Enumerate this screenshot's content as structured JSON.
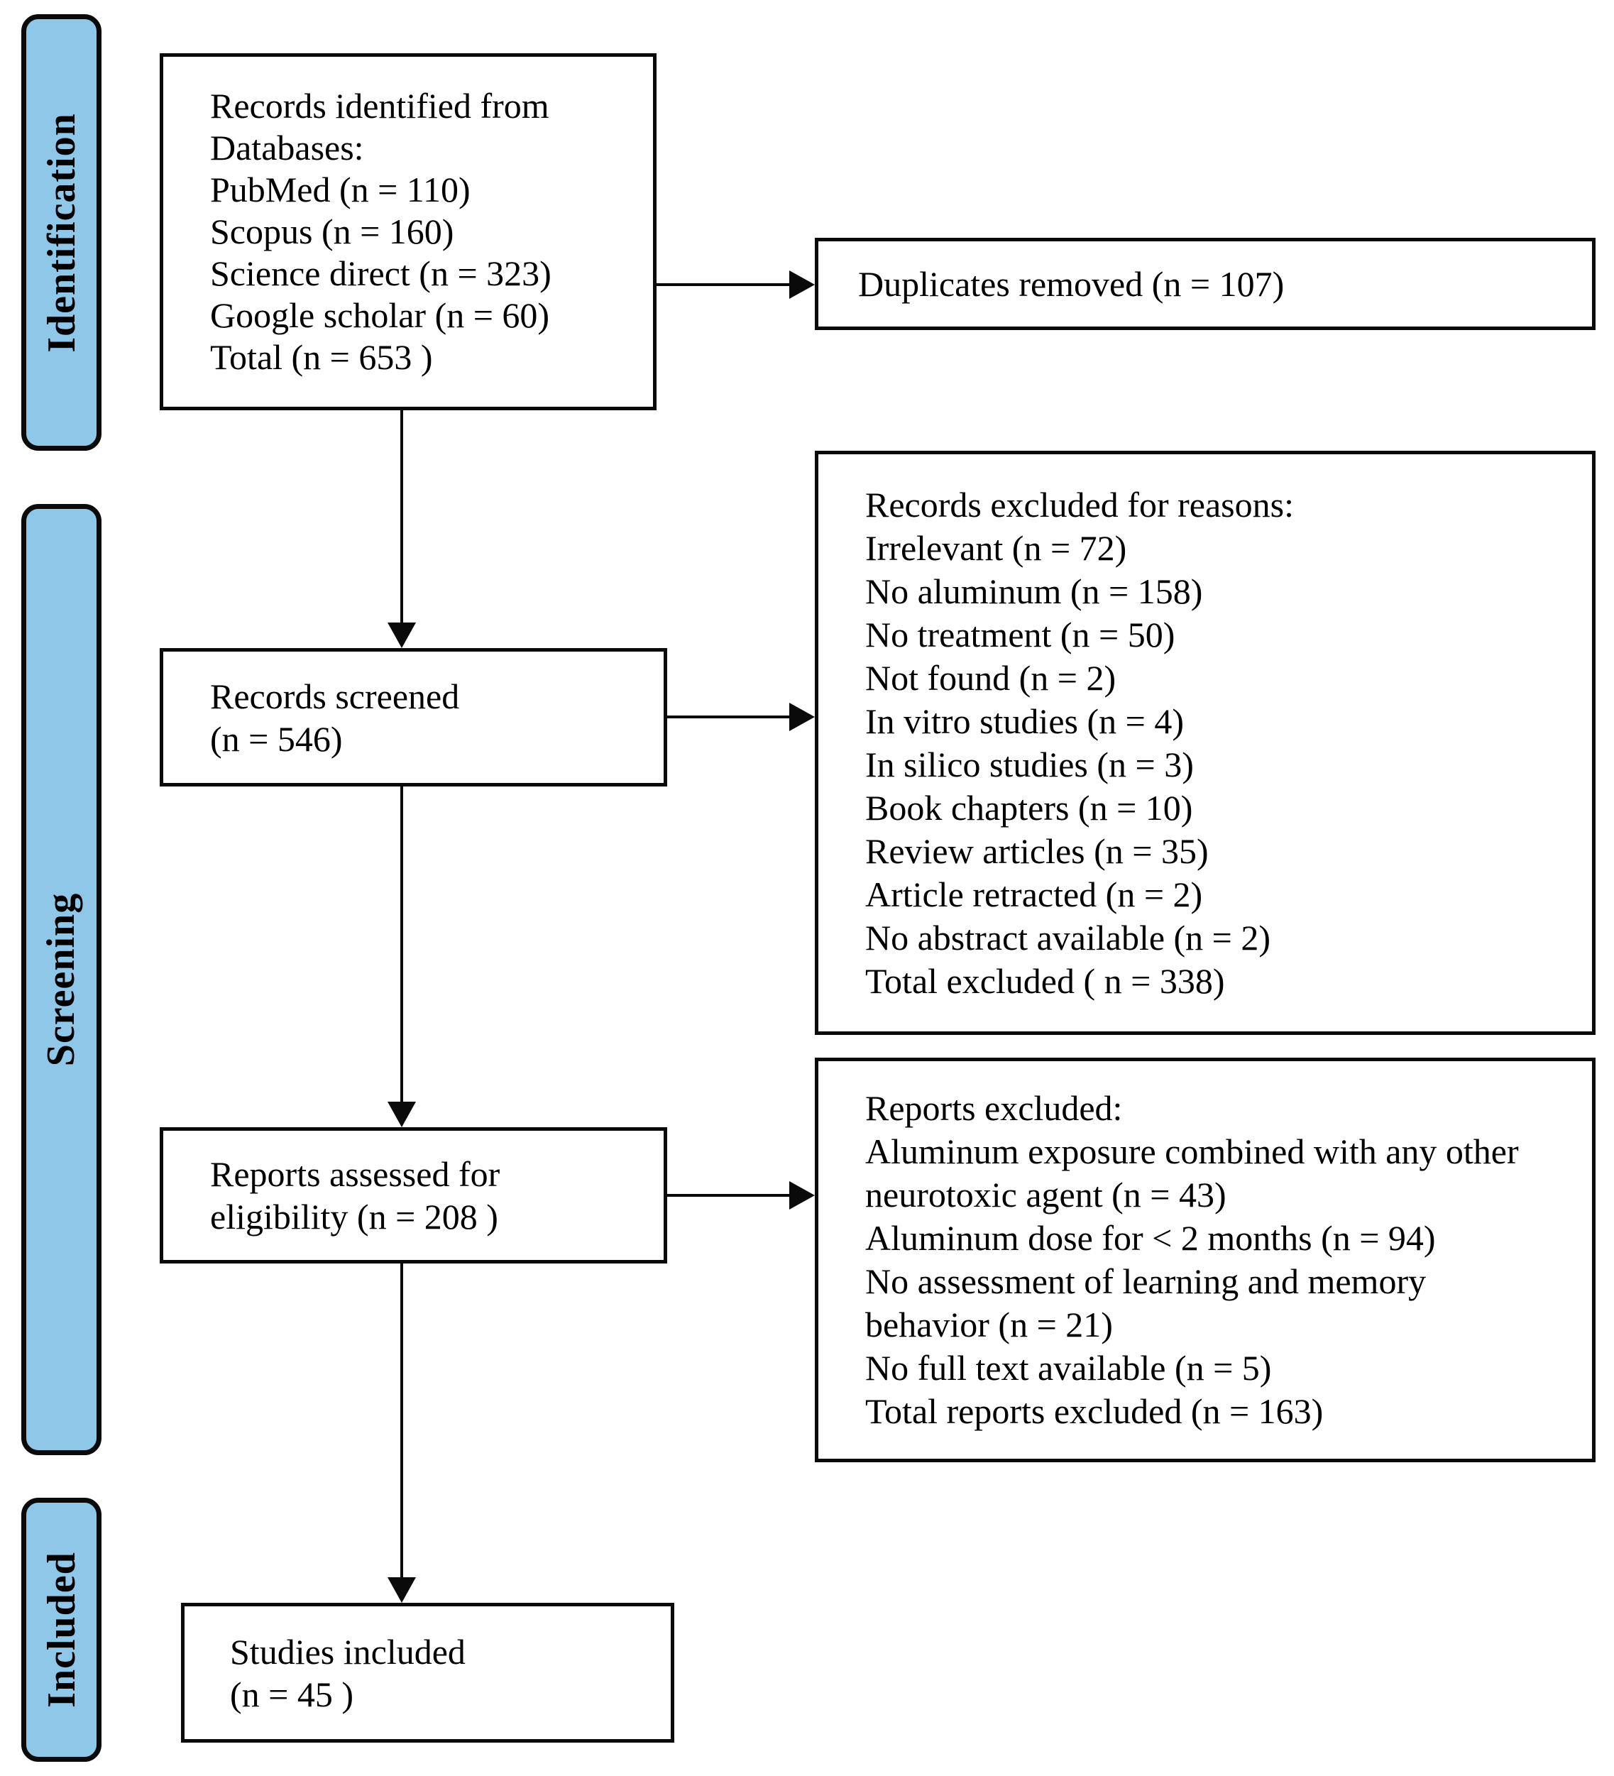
{
  "diagram": {
    "type": "prisma-flow",
    "accent_color": "#8FC7E9",
    "line_color": "#0a0a0a"
  },
  "sidebar": {
    "stages": [
      {
        "label": "Identification"
      },
      {
        "label": "Screening"
      },
      {
        "label": "Included"
      }
    ]
  },
  "flow": {
    "identified": {
      "lines": [
        "Records identified from",
        "Databases:",
        "PubMed (n = 110)",
        "Scopus (n = 160)",
        "Science direct (n = 323)",
        "Google scholar (n = 60)",
        "Total  (n = 653 )"
      ]
    },
    "screened": {
      "lines": [
        "Records screened",
        "(n = 546)"
      ]
    },
    "assessed": {
      "lines": [
        "Reports assessed for",
        "eligibility (n = 208 )"
      ]
    },
    "included": {
      "lines": [
        "Studies included",
        "(n = 45 )"
      ]
    }
  },
  "exclusions": {
    "duplicates": {
      "lines": [
        "Duplicates removed (n = 107)"
      ]
    },
    "records_excluded": {
      "lines": [
        "Records excluded for reasons:",
        "Irrelevant (n = 72)",
        "No aluminum (n = 158)",
        "No treatment (n = 50)",
        "Not found (n = 2)",
        "In vitro studies (n = 4)",
        "In silico studies (n = 3)",
        "Book chapters (n = 10)",
        "Review articles (n = 35)",
        "Article retracted (n = 2)",
        "No abstract available (n = 2)",
        "Total excluded ( n = 338)"
      ]
    },
    "reports_excluded": {
      "lines": [
        "Reports excluded:",
        "Aluminum exposure combined with any other",
        "neurotoxic agent (n = 43)",
        "Aluminum dose for < 2 months (n = 94)",
        "No assessment of learning and memory",
        "behavior (n = 21)",
        "No full text available (n = 5)",
        "Total reports excluded (n = 163)"
      ]
    }
  }
}
